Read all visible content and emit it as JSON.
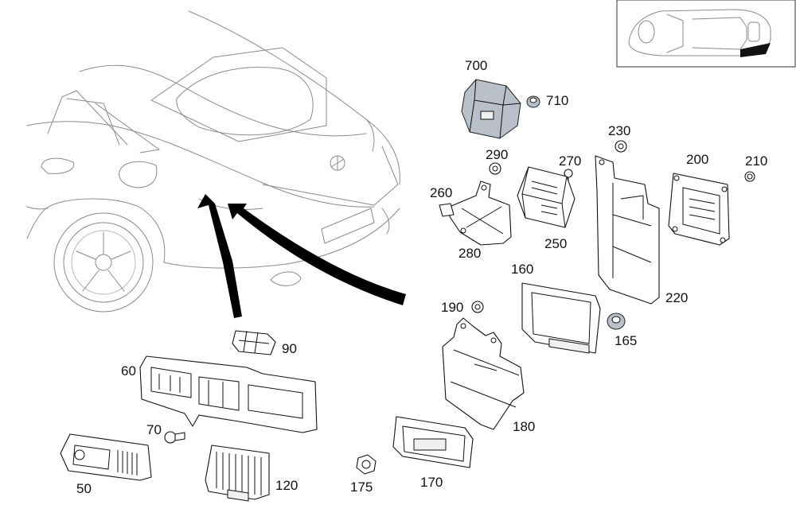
{
  "labels": {
    "p700": "700",
    "p710": "710",
    "p230": "230",
    "p200": "200",
    "p210": "210",
    "p290": "290",
    "p270": "270",
    "p260": "260",
    "p250": "250",
    "p280": "280",
    "p160": "160",
    "p220": "220",
    "p190": "190",
    "p165": "165",
    "p180": "180",
    "p90": "90",
    "p60": "60",
    "p70": "70",
    "p50": "50",
    "p120": "120",
    "p175": "175",
    "p170": "170"
  },
  "colors": {
    "line": "#111111",
    "car_outline": "#8a8a8a",
    "module_fill": "#b9c0c9",
    "arrow": "#000000"
  },
  "icons": [
    "position-inset-icon",
    "direction-arrow-icon"
  ]
}
